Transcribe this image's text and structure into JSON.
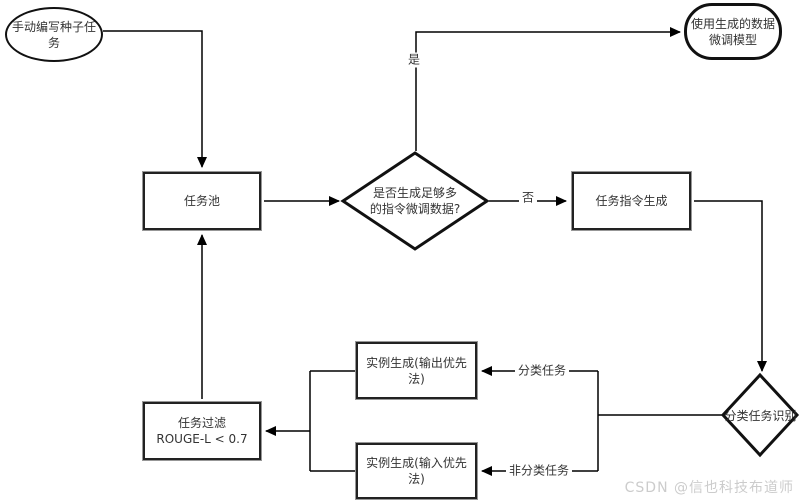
{
  "diagram": {
    "nodes": {
      "seed_tasks": {
        "label": "手动编写种子任务"
      },
      "finetune_model": {
        "line1": "使用生成的数据",
        "line2": "微调模型"
      },
      "task_pool": {
        "label": "任务池"
      },
      "enough_data_decision": {
        "line1": "是否生成足够多",
        "line2": "的指令微调数据?"
      },
      "instruction_generation": {
        "label": "任务指令生成"
      },
      "classification_decision": {
        "label": "分类任务识别"
      },
      "instance_output_first": {
        "label": "实例生成(输出优先法)"
      },
      "instance_input_first": {
        "label": "实例生成(输入优先法)"
      },
      "task_filter": {
        "line1": "任务过滤",
        "line2": "ROUGE-L < 0.7"
      }
    },
    "edge_labels": {
      "yes": "是",
      "no": "否",
      "classification": "分类任务",
      "non_classification": "非分类任务"
    },
    "colors": {
      "line": "#000000",
      "node_border": "#222222",
      "text": "#333333",
      "watermark": "#cccccc"
    }
  },
  "watermark": {
    "text": "CSDN @信也科技布道师"
  }
}
